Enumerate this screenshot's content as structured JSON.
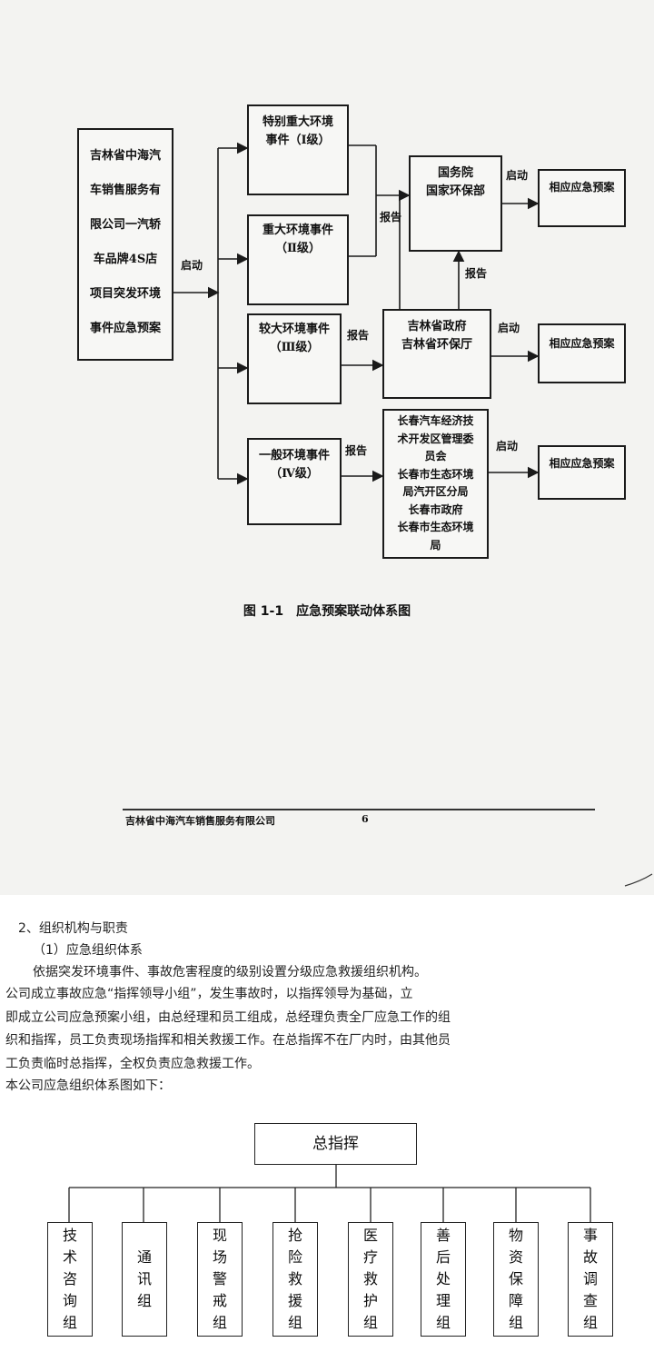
{
  "diagram1": {
    "plan_title": "吉林省中海汽\n车销售服务有\n限公司一汽轿\n车品牌4S店\n项目突发环境\n事件应急预案",
    "launch_label": "启动",
    "report_label": "报告",
    "levels": {
      "level1": "特别重大环境\n事件（Ⅰ级）",
      "level2": "重大环境事件\n（Ⅱ级）",
      "level3": "较大环境事件\n（Ⅲ级）",
      "level4": "一般环境事件\n（Ⅳ级）"
    },
    "authorities": {
      "state": "国务院\n国家环保部",
      "province": "吉林省政府\n吉林省环保厅",
      "local": "长春汽车经济技\n术开发区管理委\n员会\n长春市生态环境\n局汽开区分局\n长春市政府\n长春市生态环境\n局"
    },
    "response_plan": "相应应急预案",
    "caption": "图 1-1　应急预案联动体系图"
  },
  "footer": {
    "company": "吉林省中海汽车销售服务有限公司",
    "page": "6"
  },
  "section": {
    "heading": "2、组织机构与职责",
    "subheading": "（1）应急组织体系",
    "para_line1": "依据突发环境事件、事故危害程度的级别设置分级应急救援组织机构。",
    "para_line2": "公司成立事故应急“指挥领导小组”，发生事故时，以指挥领导为基础，立",
    "para_line3": "即成立公司应急预案小组，由总经理和员工组成，总经理负责全厂应急工作的组",
    "para_line4": "织和指挥，员工负责现场指挥和相关救援工作。在总指挥不在厂内时，由其他员",
    "para_line5": "工负责临时总指挥，全权负责应急救援工作。",
    "para_line6": "本公司应急组织体系图如下："
  },
  "org_chart": {
    "top": "总指挥",
    "groups": [
      "技\n术\n咨\n询\n组",
      "通\n讯\n组",
      "现\n场\n警\n戒\n组",
      "抢\n险\n救\n援\n组",
      "医\n疗\n救\n护\n组",
      "善\n后\n处\n理\n组",
      "物\n资\n保\n障\n组",
      "事\n故\n调\n查\n组"
    ]
  }
}
